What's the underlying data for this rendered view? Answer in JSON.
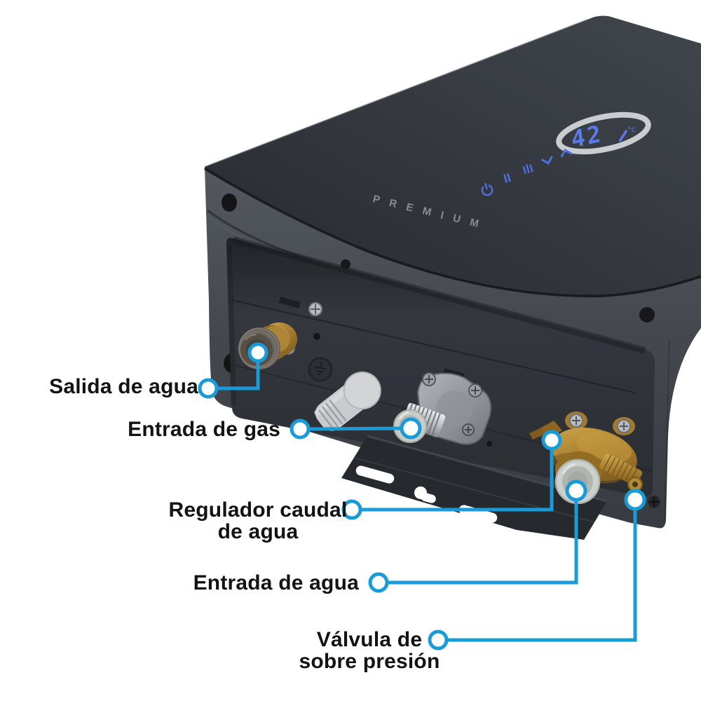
{
  "background": "#ffffff",
  "accent_color": "#189bd7",
  "device": {
    "type": "gas-tankless-water-heater",
    "branding": "PREMIUM",
    "display": {
      "temperature": "42",
      "unit": "°c",
      "icons": [
        "power-icon",
        "mode-icon",
        "fan-speed-icon",
        "temp-down-icon",
        "temp-up-icon"
      ],
      "digit_color": "#5b79e8",
      "ring_color": "#d2d5d8"
    },
    "colors": {
      "glass": "#33373d",
      "body": "#474c53",
      "recess": "#2e3237",
      "bracket": "#26292e",
      "brass": "#a87e2f",
      "chrome": "#b9bdc1",
      "plastic": "#c9cccf"
    }
  },
  "callouts": [
    {
      "id": "salida-de-agua",
      "lines": [
        "Salida de agua"
      ]
    },
    {
      "id": "entrada-de-gas",
      "lines": [
        "Entrada de gas"
      ]
    },
    {
      "id": "regulador-caudal-de-agua",
      "lines": [
        "Regulador caudal",
        "de agua"
      ]
    },
    {
      "id": "entrada-de-agua",
      "lines": [
        "Entrada de agua"
      ]
    },
    {
      "id": "valvula-de-sobre-presion",
      "lines": [
        "Válvula de",
        "sobre presión"
      ]
    }
  ]
}
